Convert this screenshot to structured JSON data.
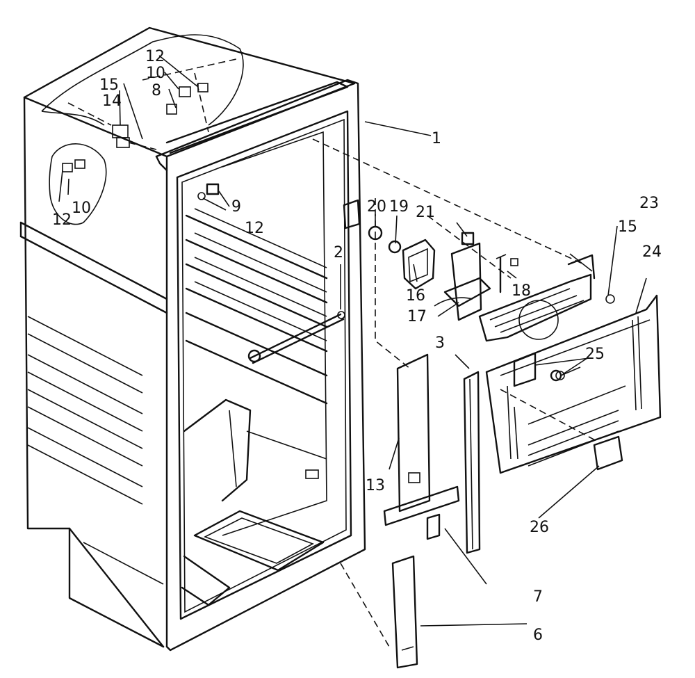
{
  "diagram": {
    "labels": [
      {
        "id": "c1",
        "text": "1"
      },
      {
        "id": "c2",
        "text": "2"
      },
      {
        "id": "c3",
        "text": "3"
      },
      {
        "id": "c6",
        "text": "6"
      },
      {
        "id": "c7",
        "text": "7"
      },
      {
        "id": "c8",
        "text": "8"
      },
      {
        "id": "c9",
        "text": "9"
      },
      {
        "id": "c10a",
        "text": "10"
      },
      {
        "id": "c10b",
        "text": "10"
      },
      {
        "id": "c12a",
        "text": "12"
      },
      {
        "id": "c12b",
        "text": "12"
      },
      {
        "id": "c12c",
        "text": "12"
      },
      {
        "id": "c13",
        "text": "13"
      },
      {
        "id": "c14",
        "text": "14"
      },
      {
        "id": "c15a",
        "text": "15"
      },
      {
        "id": "c15b",
        "text": "15"
      },
      {
        "id": "c16",
        "text": "16"
      },
      {
        "id": "c17",
        "text": "17"
      },
      {
        "id": "c18",
        "text": "18"
      },
      {
        "id": "c19",
        "text": "19"
      },
      {
        "id": "c20",
        "text": "20"
      },
      {
        "id": "c21",
        "text": "21"
      },
      {
        "id": "c23",
        "text": "23"
      },
      {
        "id": "c24",
        "text": "24"
      },
      {
        "id": "c25",
        "text": "25"
      },
      {
        "id": "c26",
        "text": "26"
      }
    ],
    "colors": {
      "ink": "#111111",
      "paper": "#ffffff"
    }
  }
}
